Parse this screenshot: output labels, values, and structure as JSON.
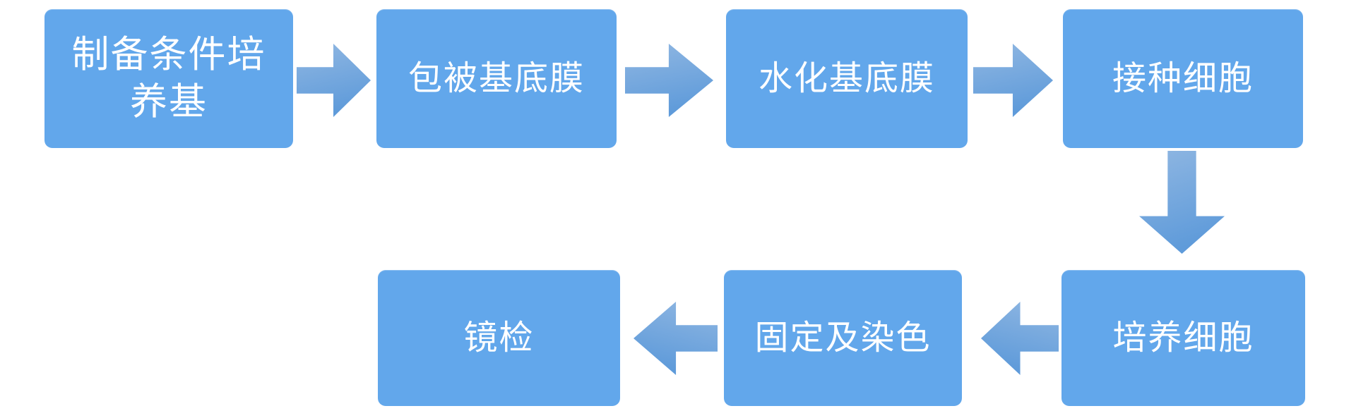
{
  "diagram": {
    "type": "flowchart",
    "colors": {
      "background": "#ffffff",
      "node_fill": "#62a7eb",
      "node_text": "#ffffff",
      "arrow_from": "#90b7e2",
      "arrow_to": "#5f9bda"
    },
    "nodes": [
      {
        "id": "step-1",
        "label": "制备条件培\n养基"
      },
      {
        "id": "step-2",
        "label": "包被基底膜"
      },
      {
        "id": "step-3",
        "label": "水化基底膜"
      },
      {
        "id": "step-4",
        "label": "接种细胞"
      },
      {
        "id": "step-5",
        "label": "培养细胞"
      },
      {
        "id": "step-6",
        "label": "固定及染色"
      },
      {
        "id": "step-7",
        "label": "镜检"
      }
    ],
    "connectors": [
      {
        "from": "step-1",
        "to": "step-2",
        "direction": "right"
      },
      {
        "from": "step-2",
        "to": "step-3",
        "direction": "right"
      },
      {
        "from": "step-3",
        "to": "step-4",
        "direction": "right"
      },
      {
        "from": "step-4",
        "to": "step-5",
        "direction": "down"
      },
      {
        "from": "step-5",
        "to": "step-6",
        "direction": "left"
      },
      {
        "from": "step-6",
        "to": "step-7",
        "direction": "left"
      }
    ]
  }
}
